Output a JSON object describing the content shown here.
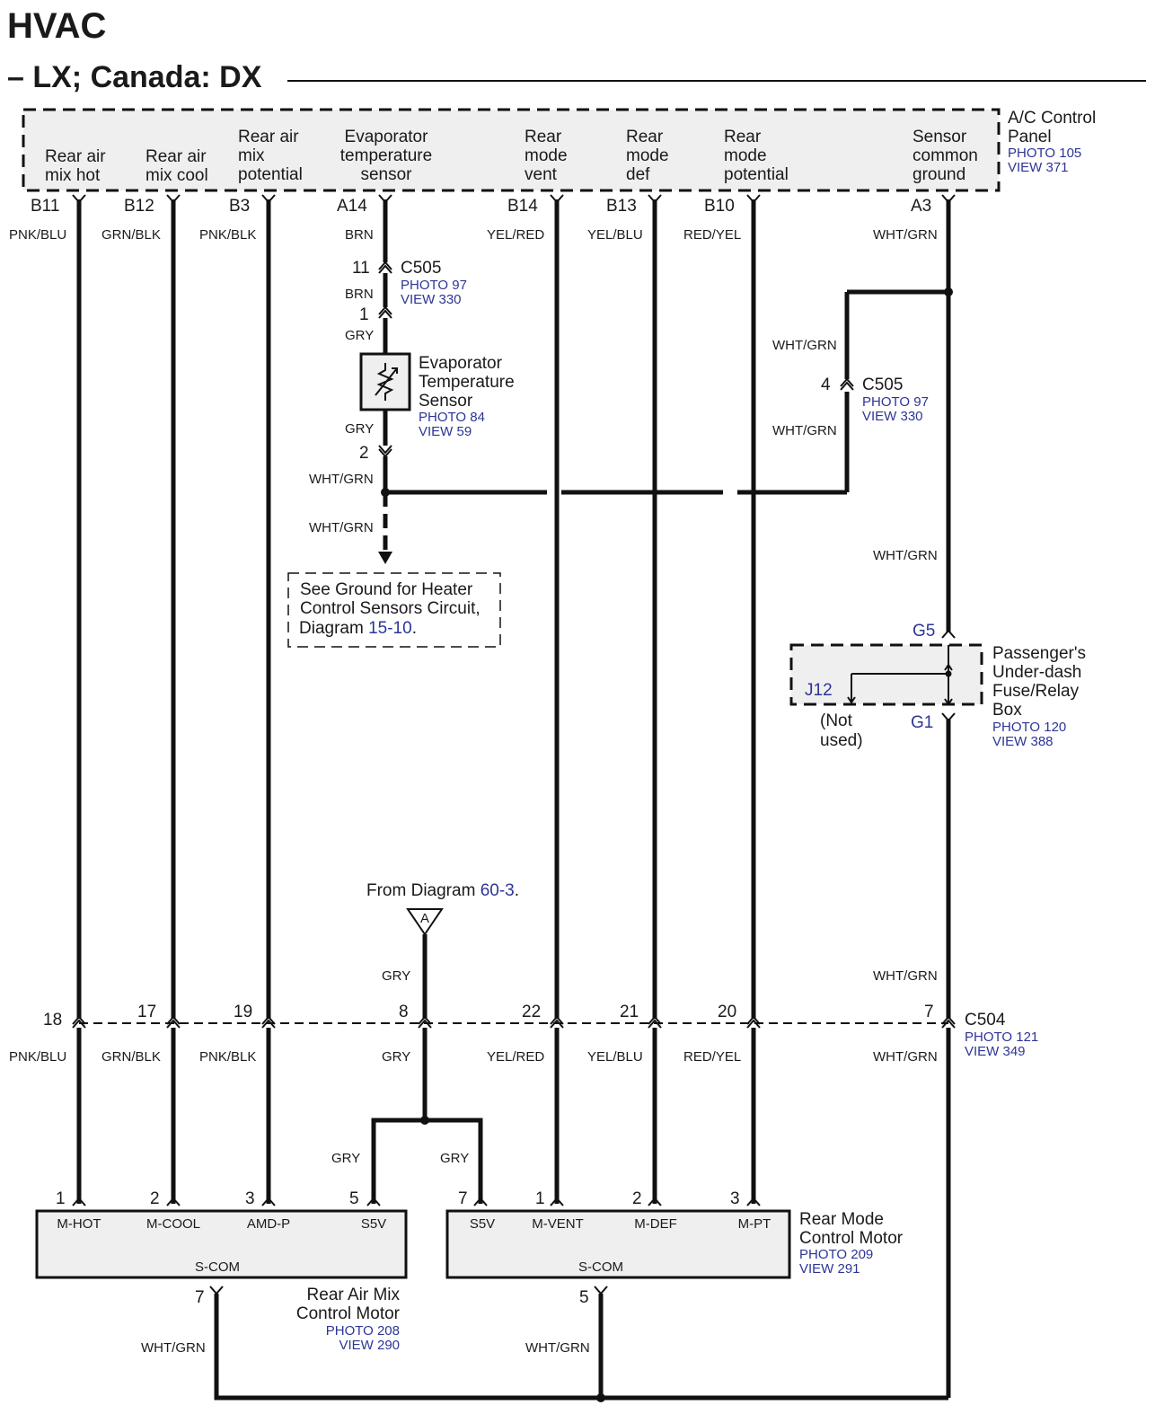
{
  "header": {
    "title": "HVAC",
    "subtitle": "– LX; Canada: DX"
  },
  "panel": {
    "name": [
      "A/C Control",
      "Panel"
    ],
    "photo": "PHOTO 105",
    "view": "VIEW 371",
    "terminals": [
      {
        "lines": [
          "Rear air",
          "mix hot"
        ],
        "pin": "B11",
        "wire": "PNK/BLU"
      },
      {
        "lines": [
          "Rear air",
          "mix cool"
        ],
        "pin": "B12",
        "wire": "GRN/BLK"
      },
      {
        "lines": [
          "Rear air",
          "mix",
          "potential"
        ],
        "pin": "B3",
        "wire": "PNK/BLK"
      },
      {
        "lines": [
          "Evaporator",
          "temperature",
          "sensor"
        ],
        "pin": "A14",
        "wire": "BRN"
      },
      {
        "lines": [
          "Rear",
          "mode",
          "vent"
        ],
        "pin": "B14",
        "wire": "YEL/RED"
      },
      {
        "lines": [
          "Rear",
          "mode",
          "def"
        ],
        "pin": "B13",
        "wire": "YEL/BLU"
      },
      {
        "lines": [
          "Rear",
          "mode",
          "potential"
        ],
        "pin": "B10",
        "wire": "RED/YEL"
      },
      {
        "lines": [
          "Sensor",
          "common",
          "ground"
        ],
        "pin": "A3",
        "wire": "WHT/GRN"
      }
    ]
  },
  "c505_top": {
    "name": "C505",
    "photo": "PHOTO 97",
    "view": "VIEW 330",
    "pin_in": "11",
    "pin_out": "1",
    "wire_mid": "BRN",
    "wire_out": "GRY"
  },
  "evap_sensor": {
    "lines": [
      "Evaporator",
      "Temperature",
      "Sensor"
    ],
    "photo": "PHOTO 84",
    "view": "VIEW 59",
    "wire_out": "GRY",
    "pin": "2"
  },
  "junction_wires": {
    "after_sensor": "WHT/GRN",
    "to_ground": "WHT/GRN"
  },
  "ground_note": {
    "line1": "See Ground for Heater",
    "line2": "Control Sensors Circuit,",
    "line3_prefix": "Diagram",
    "link": "15-10",
    "line3_suffix": "."
  },
  "c505_right": {
    "name": "C505",
    "photo": "PHOTO 97",
    "view": "VIEW 330",
    "pin": "4",
    "wire_top": "WHT/GRN",
    "wire_bottom": "WHT/GRN"
  },
  "a3_wire_lower": "WHT/GRN",
  "fuse_box": {
    "lines": [
      "Passenger's",
      "Under-dash",
      "Fuse/Relay",
      "Box"
    ],
    "photo": "PHOTO 120",
    "view": "VIEW 388",
    "g5": "G5",
    "g1": "G1",
    "j12": "J12",
    "not_used": [
      "(Not",
      "used)"
    ]
  },
  "from_diagram": {
    "prefix": "From Diagram",
    "link": "60-3",
    "suffix": ".",
    "symbol": "A",
    "wire": "GRY"
  },
  "c504": {
    "name": "C504",
    "photo": "PHOTO 121",
    "view": "VIEW 349",
    "pins": [
      "18",
      "17",
      "19",
      "8",
      "22",
      "21",
      "20",
      "7"
    ],
    "wires_below": [
      "PNK/BLU",
      "GRN/BLK",
      "PNK/BLK",
      "GRY",
      "YEL/RED",
      "YEL/BLU",
      "RED/YEL",
      "WHT/GRN"
    ],
    "wire_above_a3": "WHT/GRN"
  },
  "split_wires": {
    "left": "GRY",
    "right": "GRY"
  },
  "rear_air_mix_motor": {
    "name": [
      "Rear Air Mix",
      "Control Motor"
    ],
    "photo": "PHOTO 208",
    "view": "VIEW 290",
    "pins": [
      "1",
      "2",
      "3",
      "5"
    ],
    "terminals": [
      "M-HOT",
      "M-COOL",
      "AMD-P",
      "S5V"
    ],
    "common": "S-COM",
    "ground_pin": "7",
    "ground_wire": "WHT/GRN"
  },
  "rear_mode_motor": {
    "name": [
      "Rear Mode",
      "Control Motor"
    ],
    "photo": "PHOTO 209",
    "view": "VIEW 291",
    "pins": [
      "7",
      "1",
      "2",
      "3"
    ],
    "terminals": [
      "S5V",
      "M-VENT",
      "M-DEF",
      "M-PT"
    ],
    "common": "S-COM",
    "ground_pin": "5",
    "ground_wire": "WHT/GRN"
  }
}
